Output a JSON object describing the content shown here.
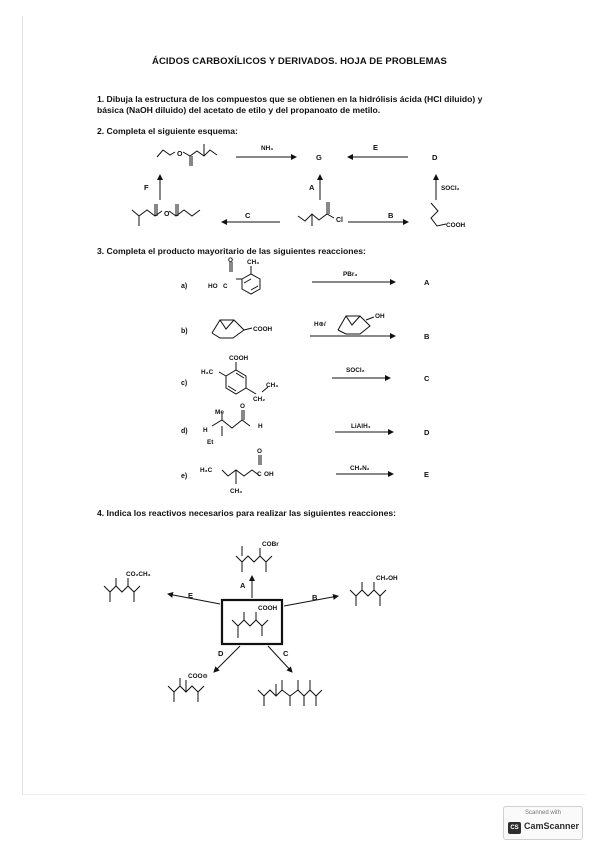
{
  "title": "ÁCIDOS CARBOXÍLICOS Y DERIVADOS. HOJA DE PROBLEMAS",
  "q1": {
    "line1": "1. Dibuja la estructura de los compuestos que se obtienen en la hidrólisis ácida (HCl diluido) y",
    "line2": "básica (NaOH diluido) del acetato de etilo y del propanoato de metilo."
  },
  "q2": {
    "heading": "2. Completa el siguiente esquema:",
    "reagent_nh3": "NH₃",
    "reagent_socl2": "SOCl₂",
    "cl": "Cl",
    "cooh": "COOH",
    "circles": [
      "G",
      "E",
      "D",
      "F",
      "A",
      "C",
      "B"
    ]
  },
  "q3": {
    "heading": "3. Completa el producto mayoritario de las siguientes reacciones:",
    "rows": [
      {
        "letter": "a)",
        "reagent": "PBr₃",
        "product": "A",
        "labels": [
          "HO",
          "C",
          "O",
          "CH₃"
        ]
      },
      {
        "letter": "b)",
        "reagent": "H⊕/",
        "product": "B",
        "labels": [
          "COOH",
          "OH"
        ]
      },
      {
        "letter": "c)",
        "reagent": "SOCl₂",
        "product": "C",
        "labels": [
          "COOH",
          "H₃C",
          "CH₃",
          "CH₂"
        ]
      },
      {
        "letter": "d)",
        "reagent": "LiAlH₄",
        "product": "D",
        "labels": [
          "Me",
          "H",
          "Et",
          "O",
          "H"
        ]
      },
      {
        "letter": "e)",
        "reagent": "CH₂N₂",
        "product": "E",
        "labels": [
          "H₃C",
          "O",
          "C",
          "OH",
          "CH₃"
        ]
      }
    ]
  },
  "q4": {
    "heading": "4. Indica los reactivos necesarios para realizar las siguientes reacciones:",
    "center_label": "COOH",
    "labels": {
      "top": "COBr",
      "left": "CO₂CH₃",
      "right": "CH₂OH",
      "bottom_left": "COO⊖"
    },
    "circles": {
      "top": "A",
      "left": "E",
      "right": "B",
      "bottom_left": "D",
      "bottom_right": "C"
    }
  },
  "scanner": {
    "scanned_with": "Scanned with",
    "logo": "CS",
    "name": "CamScanner"
  }
}
